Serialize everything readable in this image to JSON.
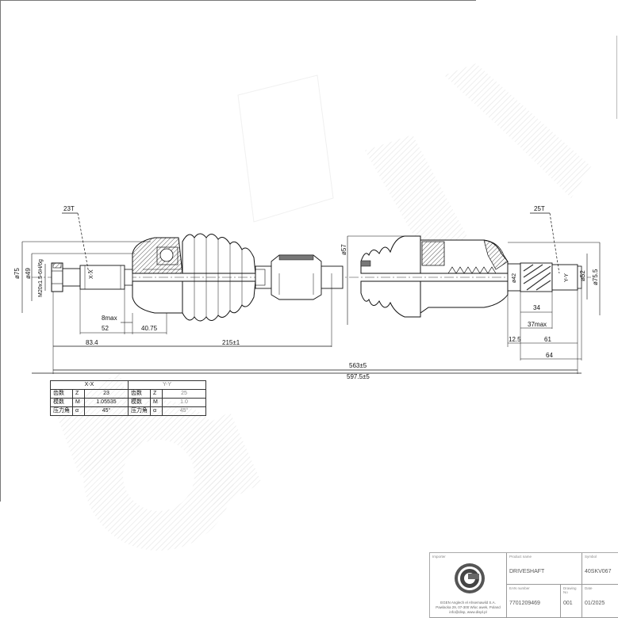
{
  "drawing": {
    "part": "Driveshaft",
    "spline_left": {
      "label": "23T",
      "section": "X-X"
    },
    "spline_right": {
      "label": "25T",
      "section": "Y-Y"
    },
    "dimensions": {
      "d75": "ø75",
      "d49": "ø49",
      "thread": "M20x1.5-6H/6g",
      "d57": "ø57",
      "d42": "ø42",
      "d52": "ø52",
      "d75_5": "ø75.5",
      "max8": "8max",
      "len52": "52",
      "len40_75": "40.75",
      "len83_4": "83.4",
      "len215": "215±1",
      "len34": "34",
      "max37": "37max",
      "len12_5": "12.5",
      "len61": "61",
      "len64": "64",
      "len563": "563±5",
      "len597_5": "597.5±5"
    }
  },
  "gear_table": {
    "left": {
      "header": "X-X",
      "rows": [
        {
          "label": "齿数",
          "symbol": "Z",
          "value": "23"
        },
        {
          "label": "模数",
          "symbol": "M",
          "value": "1.05535"
        },
        {
          "label": "压力角",
          "symbol": "α",
          "value": "45°"
        }
      ]
    },
    "right": {
      "header": "Y-Y",
      "rows": [
        {
          "label": "齿数",
          "symbol": "Z",
          "value": "25"
        },
        {
          "label": "模数",
          "symbol": "M",
          "value": "1.0"
        },
        {
          "label": "压力角",
          "symbol": "α",
          "value": "45°"
        }
      ]
    }
  },
  "title_block": {
    "importer_label": "Importer",
    "importer_text_1": "EGEN Anglech el Ahsemawild S.A.",
    "importer_text_2": "Pawlacka 29, 07-300 Wloc awek, Poland",
    "importer_text_3": "info@disp, www.displ.pl",
    "product_name_label": "Product name",
    "product_name": "DRIVESHAFT",
    "symbol_label": "Symbol",
    "symbol": "40SKV067",
    "ean_label": "EAN number",
    "ean": "7701209469",
    "drawing_no_label": "Drawing No",
    "drawing_no": "001",
    "date_label": "Date",
    "date": "01/2025"
  }
}
